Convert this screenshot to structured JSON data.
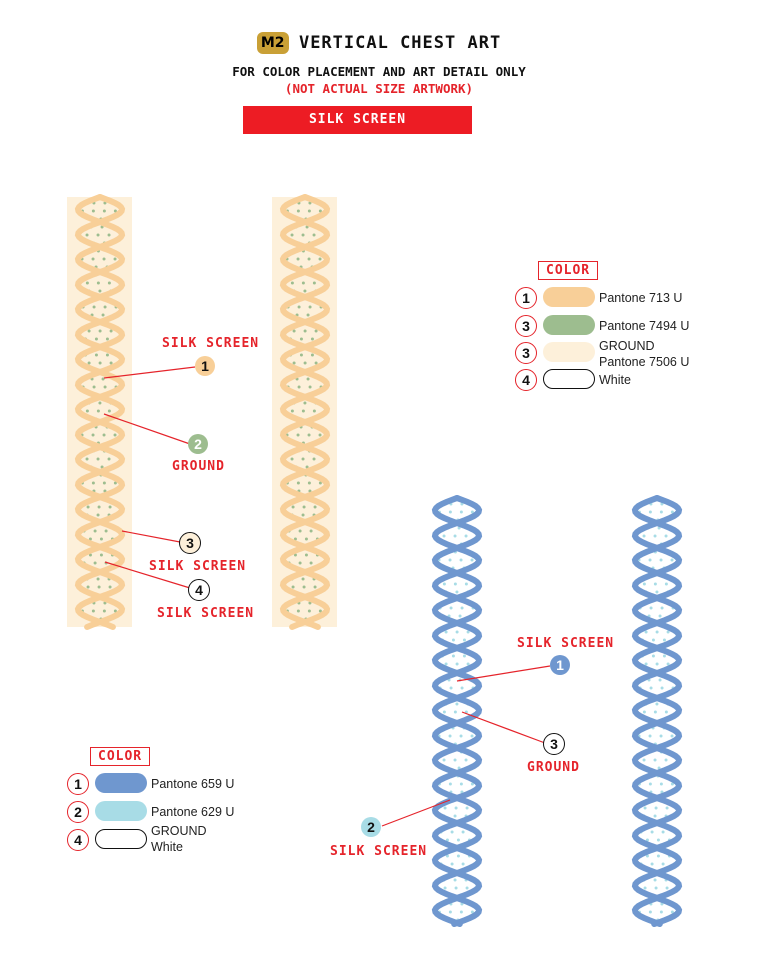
{
  "header": {
    "badge": "M2",
    "title": "VERTICAL CHEST ART",
    "subtitle": "FOR COLOR PLACEMENT AND ART DETAIL ONLY",
    "note": "(NOT ACTUAL SIZE ARTWORK)",
    "method": "SILK SCREEN"
  },
  "colors": {
    "orange": "#f8cf98",
    "green": "#9dbd8f",
    "cream": "#fdf0da",
    "blue": "#6f97cf",
    "lightblue": "#a8dce6",
    "red": "#e5242b"
  },
  "art_a": {
    "callouts": [
      {
        "num": "1",
        "label": "SILK SCREEN"
      },
      {
        "num": "2",
        "label": "GROUND"
      },
      {
        "num": "3",
        "label": "SILK SCREEN"
      },
      {
        "num": "4",
        "label": "SILK SCREEN"
      }
    ],
    "legend": {
      "title": "COLOR",
      "items": [
        {
          "num": "1",
          "text": "Pantone 713 U"
        },
        {
          "num": "3",
          "text": "Pantone 7494 U"
        },
        {
          "num": "3",
          "text_line1": "GROUND",
          "text_line2": "Pantone 7506 U"
        },
        {
          "num": "4",
          "text": "White"
        }
      ]
    }
  },
  "art_b": {
    "callouts": [
      {
        "num": "1",
        "label": "SILK SCREEN"
      },
      {
        "num": "3",
        "label": "GROUND"
      },
      {
        "num": "2",
        "label": "SILK SCREEN"
      }
    ],
    "legend": {
      "title": "COLOR",
      "items": [
        {
          "num": "1",
          "text": "Pantone 659  U"
        },
        {
          "num": "2",
          "text": "Pantone 629  U"
        },
        {
          "num": "4",
          "text_line1": "GROUND",
          "text_line2": "White"
        }
      ]
    }
  }
}
